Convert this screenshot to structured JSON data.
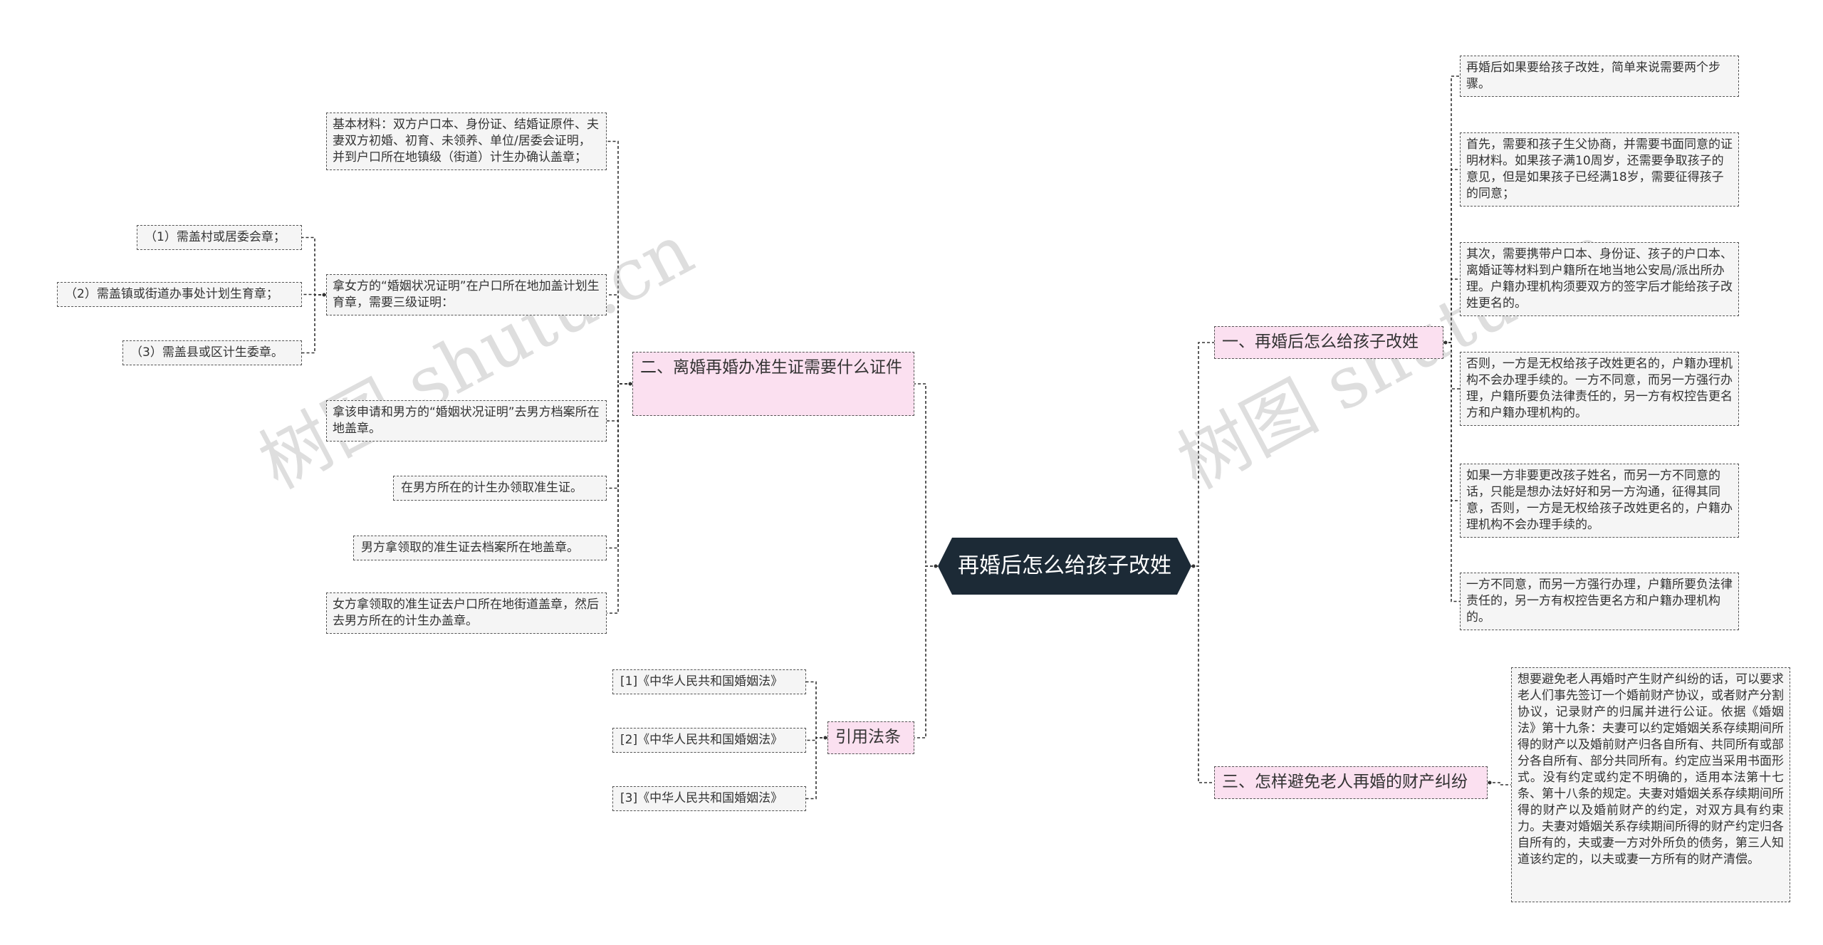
{
  "center": {
    "label": "再婚后怎么给孩子改姓"
  },
  "branches": {
    "b1": "一、再婚后怎么给孩子改姓",
    "b2": "二、离婚再婚办准生证需要什么证件",
    "b3": "三、怎样避免老人再婚的财产纠纷",
    "b4": "引用法条"
  },
  "b1_items": [
    "再婚后如果要给孩子改姓，简单来说需要两个步骤。",
    "首先，需要和孩子生父协商，并需要书面同意的证明材料。如果孩子满10周岁，还需要争取孩子的意见，但是如果孩子已经满18岁，需要征得孩子的同意；",
    "其次，需要携带户口本、身份证、孩子的户口本、离婚证等材料到户籍所在地当地公安局/派出所办理。户籍办理机构须要双方的签字后才能给孩子改姓更名的。",
    "否则，一方是无权给孩子改姓更名的，户籍办理机构不会办理手续的。一方不同意，而另一方强行办理，户籍所要负法律责任的，另一方有权控告更名方和户籍办理机构的。",
    "如果一方非要更改孩子姓名，而另一方不同意的话，只能是想办法好好和另一方沟通，征得其同意，否则，一方是无权给孩子改姓更名的，户籍办理机构不会办理手续的。",
    "一方不同意，而另一方强行办理，户籍所要负法律责任的，另一方有权控告更名方和户籍办理机构的。"
  ],
  "b2_items": [
    "基本材料：双方户口本、身份证、结婚证原件、夫妻双方初婚、初育、未领养、单位/居委会证明，并到户口所在地镇级（街道）计生办确认盖章；",
    "拿女方的“婚姻状况证明”在户口所在地加盖计划生育章，需要三级证明：",
    "拿该申请和男方的“婚姻状况证明”去男方档案所在地盖章。",
    "在男方所在的计生办领取准生证。",
    "男方拿领取的准生证去档案所在地盖章。",
    "女方拿领取的准生证去户口所在地街道盖章，然后去男方所在的计生办盖章。"
  ],
  "b2_sub": [
    "（1）需盖村或居委会章；",
    "（2）需盖镇或街道办事处计划生育章；",
    "（3）需盖县或区计生委章。"
  ],
  "b3_items": [
    "想要避免老人再婚时产生财产纠纷的话，可以要求老人们事先签订一个婚前财产协议，或者财产分割协议，记录财产的归属并进行公证。依据《婚姻法》第十九条：夫妻可以约定婚姻关系存续期间所得的财产以及婚前财产归各自所有、共同所有或部分各自所有、部分共同所有。约定应当采用书面形式。没有约定或约定不明确的，适用本法第十七条、第十八条的规定。夫妻对婚姻关系存续期间所得的财产以及婚前财产的约定，对双方具有约束力。夫妻对婚姻关系存续期间所得的财产约定归各自所有的，夫或妻一方对外所负的债务，第三人知道该约定的，以夫或妻一方所有的财产清偿。"
  ],
  "b4_items": [
    "[1]《中华人民共和国婚姻法》",
    "[2]《中华人民共和国婚姻法》",
    "[3]《中华人民共和国婚姻法》"
  ],
  "watermarks": [
    "树图 shutu.cn",
    "树图 shutu.cn"
  ],
  "colors": {
    "center_bg": "#1c2a36",
    "branch_bg": "#fbe0f0",
    "leaf_bg": "#f5f5f5",
    "line": "#333333"
  }
}
